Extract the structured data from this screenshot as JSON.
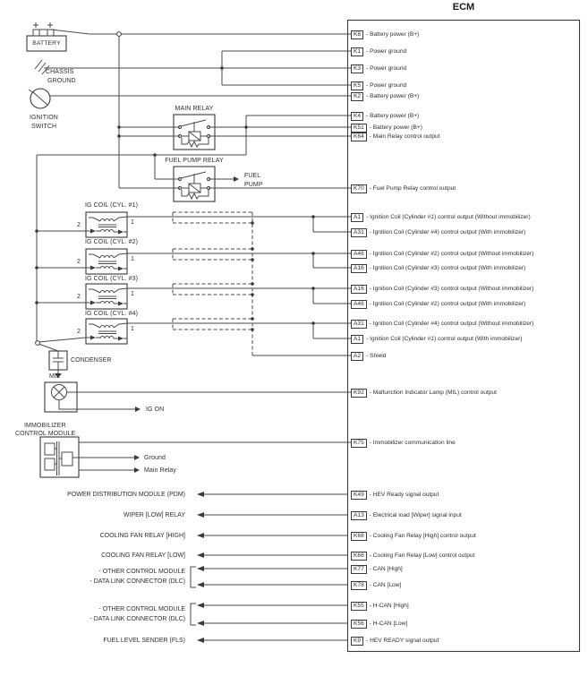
{
  "ecm": {
    "title": "ECM",
    "pins": [
      {
        "id": "K8",
        "text": "- Battery power (B+)"
      },
      {
        "id": "K1",
        "text": "- Power ground"
      },
      {
        "id": "K3",
        "text": "- Power ground"
      },
      {
        "id": "K5",
        "text": "- Power ground"
      },
      {
        "id": "K2",
        "text": "- Battery power (B+)"
      },
      {
        "id": "K4",
        "text": "- Battery power (B+)"
      },
      {
        "id": "K51",
        "text": "- Battery power (B+)"
      },
      {
        "id": "K64",
        "text": "- Main Relay control output"
      },
      {
        "id": "K70",
        "text": "- Fuel Pump Relay control output"
      },
      {
        "id": "A1",
        "text": "- Ignition Coil (Cylinder #1) control output (Without immobilizer)"
      },
      {
        "id": "A31",
        "text": "- Ignition Coil (Cylinder #4) control output (With immobilizer)"
      },
      {
        "id": "A46",
        "text": "- Ignition Coil (Cylinder #2) control output (Without immobilizer)"
      },
      {
        "id": "A16",
        "text": "- Ignition Coil (Cylinder #3) control output (With immobilizer)"
      },
      {
        "id": "A16",
        "text": "- Ignition Coil (Cylinder #3) control output (Without immobilizer)"
      },
      {
        "id": "A46",
        "text": "- Ignition Coil (Cylinder #2) control output (With immobilizer)"
      },
      {
        "id": "A31",
        "text": "- Ignition Coil (Cylinder #4) control output (Without immobilizer)"
      },
      {
        "id": "A1",
        "text": "- Ignition Coil (Cylinder #1) control output (With immobilizer)"
      },
      {
        "id": "A2",
        "text": "- Shield"
      },
      {
        "id": "K92",
        "text": "- Malfunction Indicator Lamp (MIL) control output"
      },
      {
        "id": "K75",
        "text": "- Immobilizer communication line"
      },
      {
        "id": "K49",
        "text": "- HEV Ready signal output"
      },
      {
        "id": "A13",
        "text": "- Electrical load [Wiper] signal input"
      },
      {
        "id": "K68",
        "text": "- Cooling Fan Relay [High] control output"
      },
      {
        "id": "K66",
        "text": "- Cooling Fan Relay [Low] control output"
      },
      {
        "id": "K77",
        "text": "- CAN [High]"
      },
      {
        "id": "K78",
        "text": "- CAN [Low]"
      },
      {
        "id": "K55",
        "text": "- H-CAN [High]"
      },
      {
        "id": "K56",
        "text": "- H-CAN [Low]"
      },
      {
        "id": "K9",
        "text": "- HEV READY signal output"
      }
    ]
  },
  "components": {
    "battery": "BATTERY",
    "chassis_ground_line1": "CHASSIS",
    "chassis_ground_line2": "GROUND",
    "ignition_line1": "IGNITION",
    "ignition_line2": "SWITCH",
    "main_relay": "MAIN RELAY",
    "fuel_pump_relay": "FUEL PUMP RELAY",
    "fuel_pump_line1": "FUEL",
    "fuel_pump_line2": "PUMP",
    "condenser": "CONDENSER",
    "mil": "MIL",
    "ig_on": "IG ON",
    "immobilizer_line1": "IMMOBILIZER",
    "immobilizer_line2": "CONTROL MODULE",
    "immo_ground": "Ground",
    "immo_main_relay": "Main Relay"
  },
  "coils": {
    "pin_right": "1",
    "pin_left": "2",
    "items": [
      {
        "label": "IG COIL (CYL. #1)"
      },
      {
        "label": "IG COIL (CYL. #2)"
      },
      {
        "label": "IG COIL (CYL. #3)"
      },
      {
        "label": "IG COIL (CYL. #4)"
      }
    ]
  },
  "left_panel": {
    "rows": [
      {
        "lines": [
          "POWER DISTRIBUTION MODULE (PDM)"
        ]
      },
      {
        "lines": [
          "WIPER [LOW] RELAY"
        ]
      },
      {
        "lines": [
          "COOLING FAN RELAY [HIGH]"
        ]
      },
      {
        "lines": [
          "COOLING FAN RELAY [LOW]"
        ]
      },
      {
        "lines": [
          "- OTHER CONTROL MODULE",
          "- DATA LINK CONNECTOR (DLC)"
        ]
      },
      {
        "lines": [
          "- OTHER CONTROL MODULE",
          "- DATA LINK CONNECTOR (DLC)"
        ]
      },
      {
        "lines": [
          "FUEL LEVEL SENDER (FLS)"
        ]
      }
    ]
  },
  "colors": {
    "wire": "#4a4a4a",
    "text": "#2e2e2e",
    "background": "#ffffff"
  }
}
